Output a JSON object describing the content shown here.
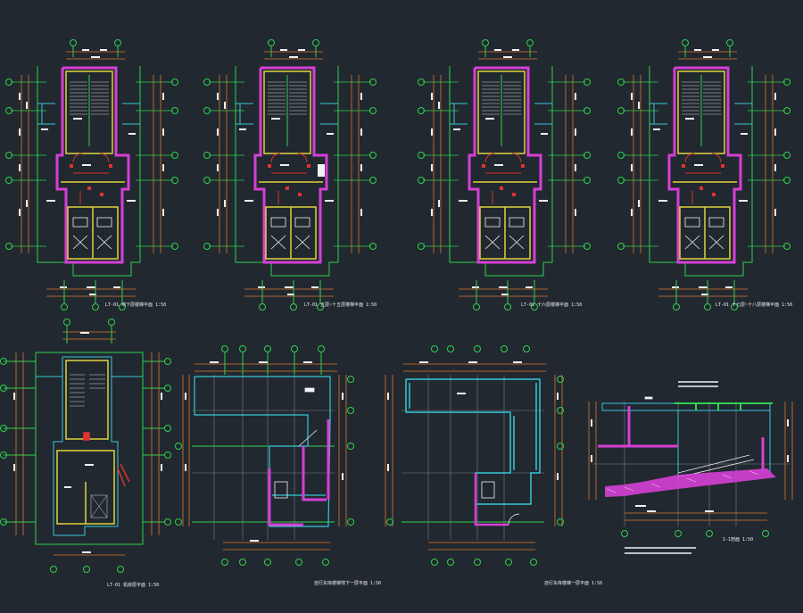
{
  "colors": {
    "background": "#212830",
    "wall_magenta": "#d63fd6",
    "wall_yellow": "#e0d23a",
    "axis_green": "#2fd24a",
    "dim_orange": "#e07a2a",
    "outline_cyan": "#37c8d8",
    "annotation_white": "#f2f2f2",
    "column_red": "#e0322e",
    "grid_gray": "#7a8088"
  },
  "sheet": {
    "drawings": [
      {
        "id": "plan-1",
        "kind": "stair-plan",
        "caption": "LT-01  地下层楼梯平面 1:50"
      },
      {
        "id": "plan-2",
        "kind": "stair-plan",
        "caption": "LT-01  五层~十五层楼梯平面 1:50"
      },
      {
        "id": "plan-3",
        "kind": "stair-plan",
        "caption": "LT-01  十六层楼梯平面 1:50"
      },
      {
        "id": "plan-4",
        "kind": "stair-plan",
        "caption": "LT-01  十七层~十八层楼梯平面 1:50"
      },
      {
        "id": "plan-5",
        "kind": "stair-plan",
        "caption": "LT-01  机房层平面 1:50"
      },
      {
        "id": "plan-6",
        "kind": "garage-plan",
        "caption": "自行车库楼梯地下一层平面 1:50"
      },
      {
        "id": "plan-7",
        "kind": "garage-plan",
        "caption": "自行车库楼梯一层平面 1:50"
      },
      {
        "id": "section-1",
        "kind": "section",
        "caption": "1-1剖面 1:50"
      }
    ]
  }
}
